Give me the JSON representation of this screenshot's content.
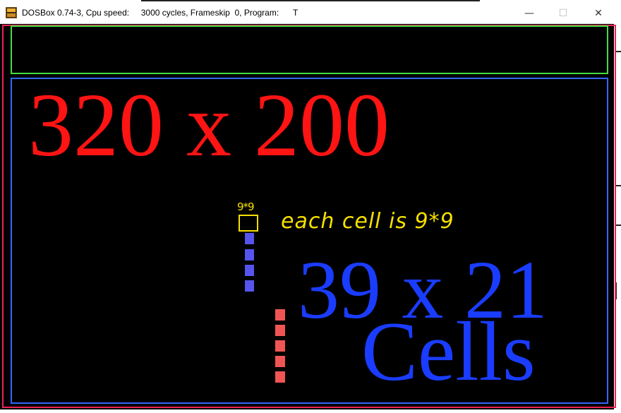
{
  "window": {
    "title": "DOSBox 0.74-3, Cpu speed:     3000 cycles, Frameskip  0, Program:      T",
    "minimize_glyph": "—",
    "maximize_glyph": "☐",
    "close_glyph": "✕"
  },
  "annotations": {
    "resolution": "320 x 200",
    "grid_size": "39 x 21",
    "cells_word": "Cells",
    "cell_size_small": "9*9",
    "cell_note": "each cell is 9*9"
  },
  "colors": {
    "resolution_text": "#ff1414",
    "grid_text": "#1a3cff",
    "note_text": "#f5e000",
    "blue_cells": "#5555ee",
    "red_cells": "#f05555",
    "outer_frame": "#ee2255",
    "top_frame": "#44dd44",
    "main_frame": "#3366ff"
  },
  "icons": [
    "dosbox-app-icon",
    "minimize-icon",
    "maximize-icon",
    "close-icon"
  ]
}
